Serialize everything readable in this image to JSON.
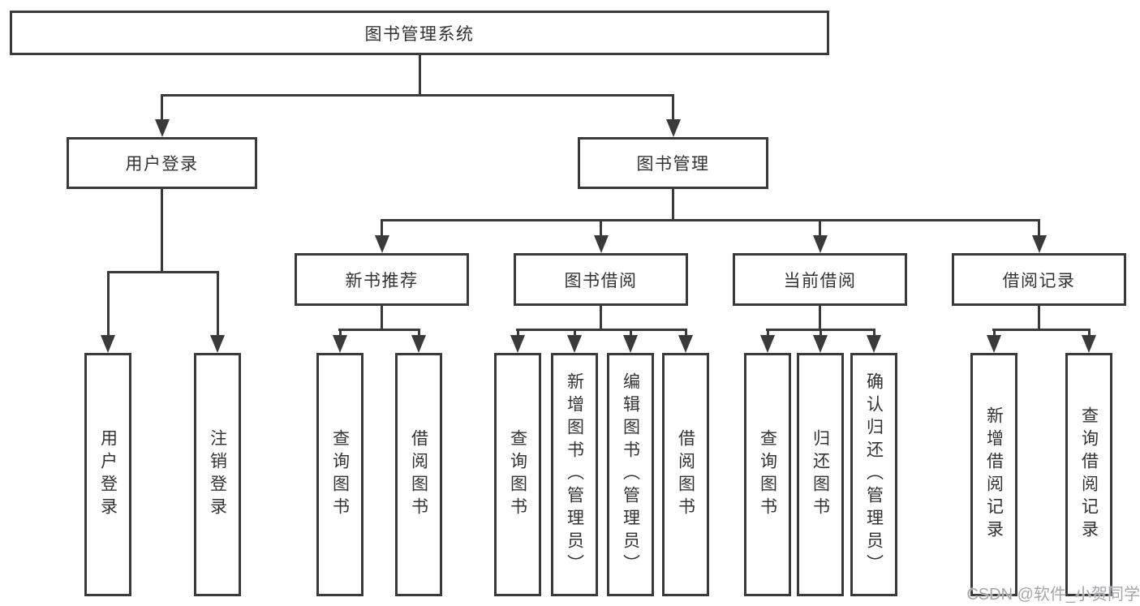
{
  "diagram": {
    "root": {
      "label": "图书管理系统"
    },
    "children": [
      {
        "label": "用户登录",
        "children": [
          {
            "label": "用户登录"
          },
          {
            "label": "注销登录"
          }
        ]
      },
      {
        "label": "图书管理",
        "children": [
          {
            "label": "新书推荐",
            "children": [
              {
                "label": "查询图书"
              },
              {
                "label": "借阅图书"
              }
            ]
          },
          {
            "label": "图书借阅",
            "children": [
              {
                "label": "查询图书"
              },
              {
                "label": "新增图书（管理员）"
              },
              {
                "label": "编辑图书（管理员）"
              },
              {
                "label": "借阅图书"
              }
            ]
          },
          {
            "label": "当前借阅",
            "children": [
              {
                "label": "查询图书"
              },
              {
                "label": "归还图书"
              },
              {
                "label": "确认归还（管理员）"
              }
            ]
          },
          {
            "label": "借阅记录",
            "children": [
              {
                "label": "新增借阅记录"
              },
              {
                "label": "查询借阅记录"
              }
            ]
          }
        ]
      }
    ]
  },
  "watermark": {
    "text": "CSDN @软件_小贺同学"
  },
  "colors": {
    "line": "#3a3a3a",
    "text": "#333333",
    "watermark": "#a6a6ab",
    "background": "#ffffff"
  }
}
